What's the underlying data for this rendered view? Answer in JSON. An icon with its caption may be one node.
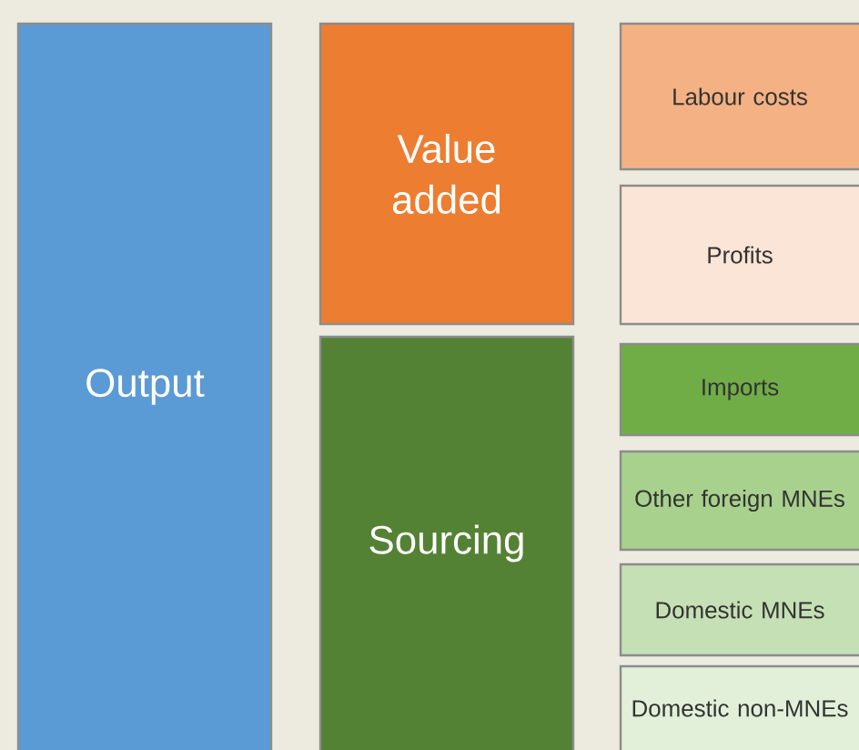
{
  "diagram": {
    "nodes": [
      {
        "text": [
          "Output"
        ]
      },
      {
        "text": [
          "Value added"
        ]
      },
      {
        "text": [
          "Sourcing"
        ]
      },
      {
        "text": [
          "Labour costs"
        ]
      },
      {
        "text": [
          "Profits"
        ]
      },
      {
        "text": [
          "Imports"
        ]
      },
      {
        "text": [
          "Other foreign MNEs"
        ]
      },
      {
        "text": [
          "Domestic MNEs"
        ]
      },
      {
        "text": [
          "Domestic non-MNEs"
        ]
      }
    ]
  }
}
